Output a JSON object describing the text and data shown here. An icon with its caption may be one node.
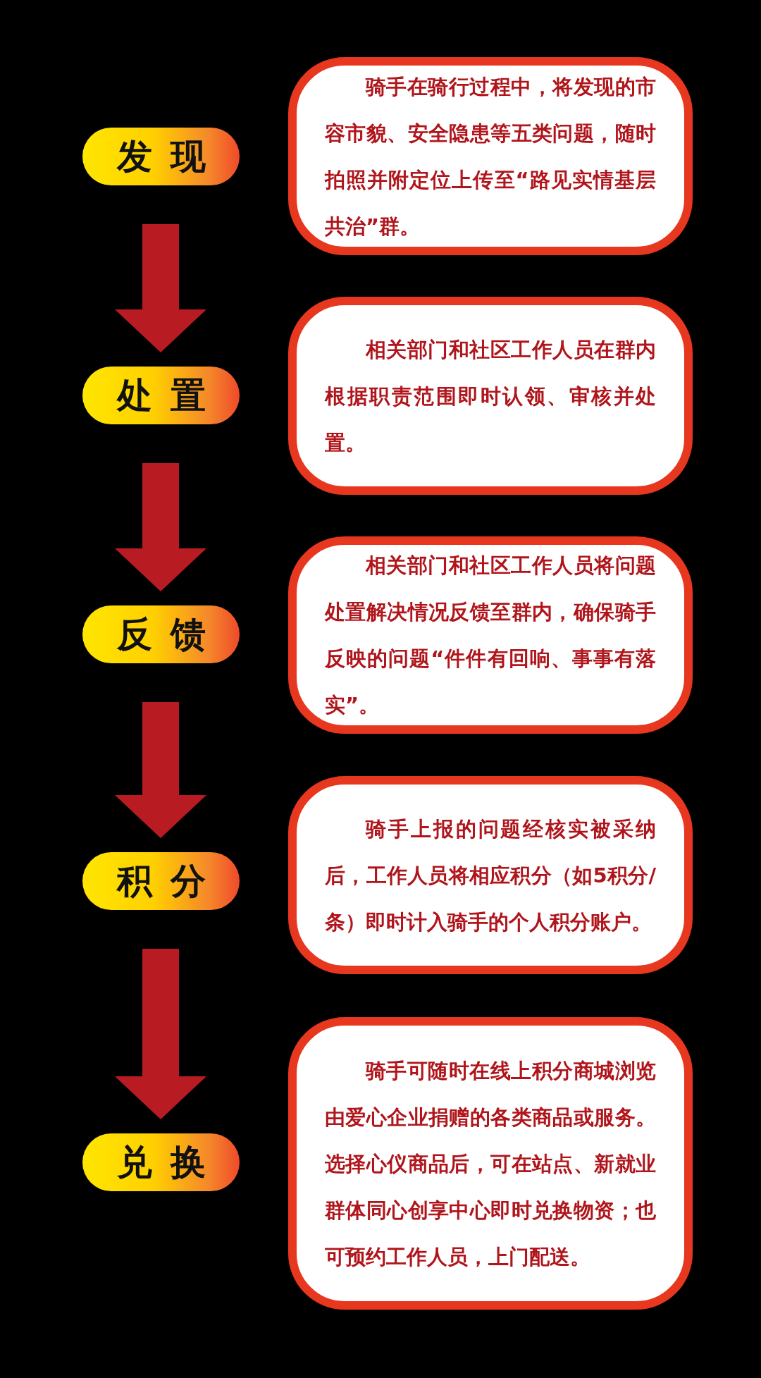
{
  "diagram": {
    "nodes": [
      {
        "text": [
          "发现"
        ]
      },
      {
        "text": [
          "骑手在骑行过程中，将发现的市容市貌、安全隐患等五类问题，随时拍照并附定位上传至“路见实情基层共治”群。"
        ]
      },
      {
        "text": [
          "处置"
        ]
      },
      {
        "text": [
          "相关部门和社区工作人员在群内根据职责范围即时认领、审核并处置。"
        ]
      },
      {
        "text": [
          "反馈"
        ]
      },
      {
        "text": [
          "相关部门和社区工作人员将问题处置解决情况反馈至群内，确保骑手反映的问题“件件有回响、事事有落实”。"
        ]
      },
      {
        "text": [
          "积分"
        ]
      },
      {
        "text": [
          "骑手上报的问题经核实被采纳后，工作人员将相应积分（如5积分/条）即时计入骑手的个人积分账户。"
        ]
      },
      {
        "text": [
          "兑换"
        ]
      },
      {
        "text": [
          "骑手可随时在线上积分商城浏览由爱心企业捐赠的各类商品或服务。选择心仪商品后，可在站点、新就业群体同心创享中心即时兑换物资；也可预约工作人员，上门配送。"
        ]
      }
    ],
    "edges": [
      {
        "from": 0,
        "to": 2,
        "arrow": "to"
      },
      {
        "from": 2,
        "to": 4,
        "arrow": "to"
      },
      {
        "from": 4,
        "to": 6,
        "arrow": "to"
      },
      {
        "from": 6,
        "to": 8,
        "arrow": "to"
      }
    ]
  }
}
